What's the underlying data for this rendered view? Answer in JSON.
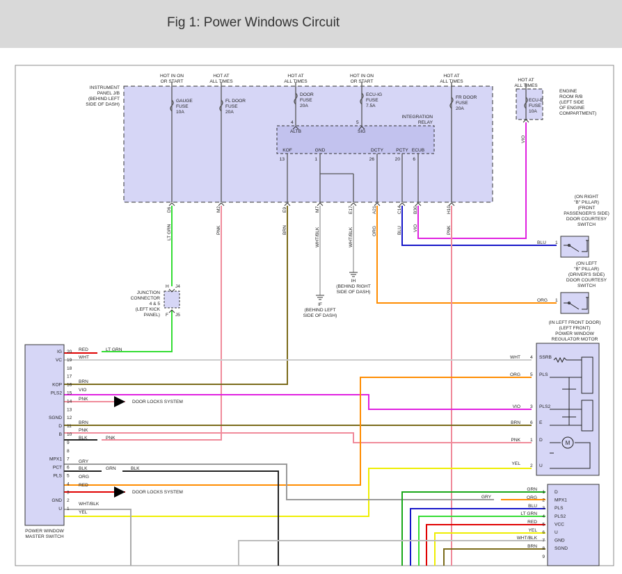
{
  "header": {
    "title": "Fig 1: Power Windows Circuit"
  },
  "panel": {
    "label": [
      "INSTRUMENT",
      "PANEL J/B",
      "(BEHIND LEFT",
      "SIDE OF DASH)"
    ],
    "hot1": [
      "HOT IN ON",
      "OR START"
    ],
    "hot2": [
      "HOT AT",
      "ALL TIMES"
    ],
    "hot3": [
      "HOT AT",
      "ALL TIMES"
    ],
    "hot4": [
      "HOT IN ON",
      "OR START"
    ],
    "hot5": [
      "HOT AT",
      "ALL TIMES"
    ],
    "fuse1": [
      "GAUGE",
      "FUSE",
      "10A"
    ],
    "fuse2": [
      "FL DOOR",
      "FUSE",
      "20A"
    ],
    "fuse3": [
      "DOOR",
      "FUSE",
      "20A"
    ],
    "fuse4": [
      "ECU-IG",
      "FUSE",
      "7.5A"
    ],
    "fuse5": [
      "FR DOOR",
      "FUSE",
      "20A"
    ],
    "relay": [
      "INTEGRATION",
      "RELAY"
    ],
    "pin4": "4",
    "altb": "ALTB",
    "pin5": "5",
    "sig": "SIG",
    "kof": "KOF",
    "gnd": "GND",
    "dcty": "DCTY",
    "pcty": "PCTY",
    "ecub": "ECUB",
    "n13": "13",
    "n1": "1",
    "n26": "26",
    "n20": "20",
    "n6": "6",
    "conn": [
      "D6",
      "M2",
      "E9",
      "M7",
      "E17",
      "A21",
      "C14",
      "B30",
      "H10"
    ]
  },
  "engine": {
    "hot": [
      "HOT AT",
      "ALL TIMES"
    ],
    "fuse": [
      "ECU-B",
      "FUSE",
      "10A"
    ],
    "label": [
      "ENGINE",
      "ROOM R/B",
      "(LEFT SIDE",
      "OF ENGINE",
      "COMPARTMENT)"
    ]
  },
  "wires": {
    "lt_grn": "LT GRN",
    "pnk": "PNK",
    "brn": "BRN",
    "wht_blk": "WHT/BLK",
    "org": "ORG",
    "blu": "BLU",
    "vio": "VIO",
    "wht": "WHT",
    "red": "RED",
    "blk": "BLK",
    "gry": "GRY",
    "yel": "YEL",
    "grn": "GRN"
  },
  "grounds": {
    "ih": [
      "IH",
      "(BEHIND RIGHT",
      "SIDE OF DASH)"
    ],
    "if": [
      "IF",
      "(BEHIND LEFT",
      "SIDE OF DASH)"
    ]
  },
  "junction": {
    "label": [
      "JUNCTION",
      "CONNECTOR",
      "4 & 5",
      "(LEFT KICK",
      "PANEL)"
    ],
    "h": "H",
    "j4": "J4",
    "f": "F",
    "j5": "J5"
  },
  "courtesy_right": [
    "(ON RIGHT",
    "\"B\" PILLAR)",
    "(FRONT",
    "PASSENGER'S SIDE)",
    "DOOR COURTESY",
    "SWITCH"
  ],
  "courtesy_left": [
    "(ON LEFT",
    "\"B\" PILLAR)",
    "(DRIVER'S SIDE)",
    "DOOR COURTESY",
    "SWITCH"
  ],
  "motor": {
    "label": [
      "(IN LEFT FRONT DOOR)",
      "(LEFT FRONT)",
      "POWER WINDOW",
      "REGULATOR MOTOR"
    ],
    "pins": [
      "4",
      "5",
      "3",
      "6",
      "1",
      "2"
    ],
    "names": [
      "SSRB",
      "PLS",
      "PLS2",
      "E",
      "D",
      "U"
    ],
    "symbol": "M"
  },
  "master": {
    "label": [
      "POWER WINDOW",
      "MASTER SWITCH"
    ],
    "names": [
      "IG",
      "VC",
      "",
      "",
      "KOP",
      "PLS2",
      "",
      "",
      "SGND",
      "D",
      "B",
      "",
      "",
      "MPX1",
      "PCT",
      "PLS",
      "",
      "",
      "GND",
      "U"
    ],
    "pins": [
      "20",
      "19",
      "18",
      "17",
      "16",
      "15",
      "14",
      "13",
      "12",
      "11",
      "10",
      "9",
      "8",
      "7",
      "6",
      "5",
      "4",
      "3",
      "2",
      "1"
    ],
    "door_locks": "DOOR LOCKS SYSTEM"
  },
  "rswitch": {
    "pins": [
      "1",
      "2",
      "3",
      "4",
      "5",
      "6",
      "7",
      "8",
      "9"
    ],
    "names": [
      "D",
      "MPX1",
      "PLS",
      "PLS2",
      "VCC",
      "U",
      "GND",
      "SGND",
      ""
    ]
  },
  "colors": {
    "lt_grn": "#33dd33",
    "pnk": "#f08a9a",
    "brn": "#7a6a1a",
    "org": "#ff8c00",
    "blu": "#1515c8",
    "vio": "#e020e0",
    "wht": "#c8c8c8",
    "red": "#e00000",
    "blk": "#222222",
    "gry": "#999999",
    "yel": "#eeee00",
    "grn": "#18a818"
  }
}
